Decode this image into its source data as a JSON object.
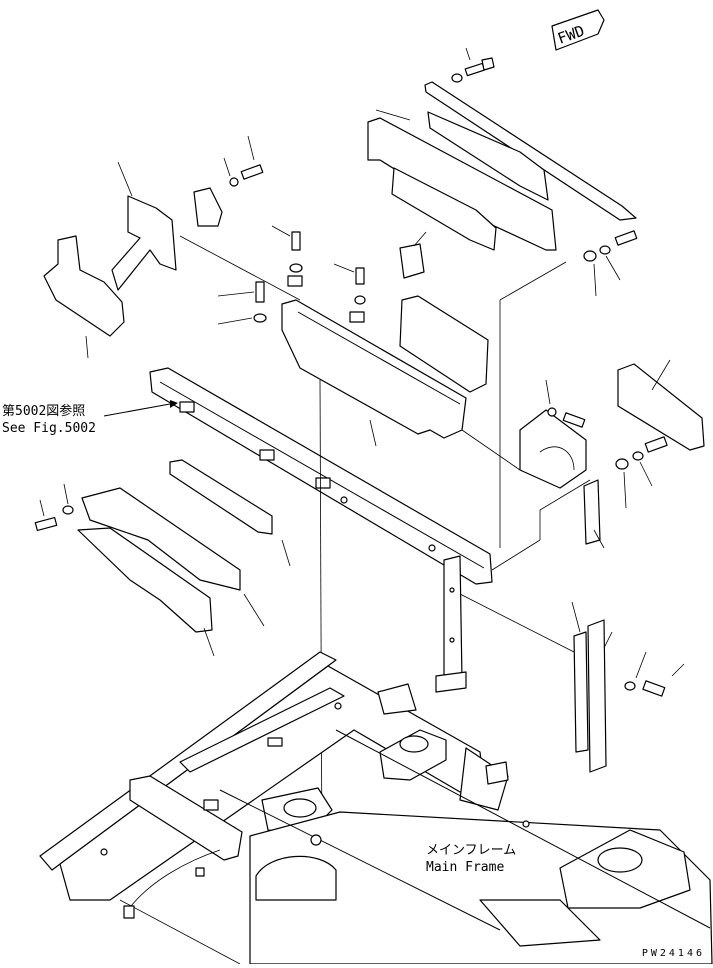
{
  "fwd_marker": "FWD",
  "reference": {
    "jp": "第5002図参照",
    "en": "See Fig.5002"
  },
  "main_frame": {
    "jp": "メインフレーム",
    "en": "Main Frame"
  },
  "drawing_number": "PW24146"
}
